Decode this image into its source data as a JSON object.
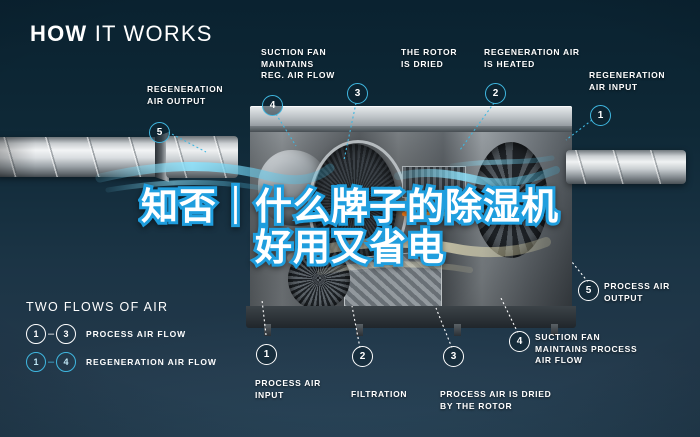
{
  "header": {
    "title_bold": "HOW",
    "title_light": "IT WORKS"
  },
  "colors": {
    "background_top": "#0a2230",
    "background_bottom": "#223a4c",
    "accent_blue": "#3fb7e0",
    "headline_stroke": "#1f9ede",
    "white": "#ffffff",
    "heater_orange": "#ff8a1e"
  },
  "callouts": [
    {
      "id": "regeneration-air-output",
      "marker": "5",
      "marker_style": "blue",
      "text": "REGENERATION\nAIR OUTPUT"
    },
    {
      "id": "suction-fan-reg",
      "marker": "4",
      "marker_style": "blue",
      "text": "SUCTION FAN\nMAINTAINS\nREG. AIR FLOW"
    },
    {
      "id": "rotor-is-dried",
      "marker": "3",
      "marker_style": "blue",
      "text": "THE ROTOR\nIS DRIED"
    },
    {
      "id": "regeneration-air-heated",
      "marker": "2",
      "marker_style": "blue",
      "text": "REGENERATION AIR\nIS HEATED"
    },
    {
      "id": "regeneration-air-input",
      "marker": "1",
      "marker_style": "blue",
      "text": "REGENERATION\nAIR INPUT"
    },
    {
      "id": "process-air-output",
      "marker": "5",
      "marker_style": "white",
      "text": "PROCESS AIR\nOUTPUT"
    },
    {
      "id": "suction-fan-process",
      "marker": "4",
      "marker_style": "white",
      "text": "SUCTION FAN\nMAINTAINS PROCESS\nAIR FLOW"
    },
    {
      "id": "process-air-dried",
      "marker": "3",
      "marker_style": "white",
      "text": "PROCESS AIR IS DRIED\nBY THE ROTOR"
    },
    {
      "id": "filtration",
      "marker": "2",
      "marker_style": "white",
      "text": "FILTRATION"
    },
    {
      "id": "process-air-input",
      "marker": "1",
      "marker_style": "white",
      "text": "PROCESS AIR\nINPUT"
    }
  ],
  "callout_text": {
    "regeneration_air_output_l1": "REGENERATION",
    "regeneration_air_output_l2": "AIR OUTPUT",
    "suction_fan_reg_l1": "SUCTION FAN",
    "suction_fan_reg_l2": "MAINTAINS",
    "suction_fan_reg_l3": "REG. AIR FLOW",
    "rotor_dried_l1": "THE ROTOR",
    "rotor_dried_l2": "IS DRIED",
    "reg_air_heated_l1": "REGENERATION AIR",
    "reg_air_heated_l2": "IS HEATED",
    "reg_air_input_l1": "REGENERATION",
    "reg_air_input_l2": "AIR INPUT",
    "process_air_output_l1": "PROCESS AIR",
    "process_air_output_l2": "OUTPUT",
    "suction_fan_proc_l1": "SUCTION FAN",
    "suction_fan_proc_l2": "MAINTAINS PROCESS",
    "suction_fan_proc_l3": "AIR FLOW",
    "process_air_dried_l1": "PROCESS AIR IS DRIED",
    "process_air_dried_l2": "BY THE ROTOR",
    "filtration_l1": "FILTRATION",
    "process_air_input_l1": "PROCESS AIR",
    "process_air_input_l2": "INPUT"
  },
  "markers": {
    "m1": "1",
    "m2": "2",
    "m3": "3",
    "m4": "4",
    "m5": "5"
  },
  "legend": {
    "title": "TWO FLOWS OF AIR",
    "dash": "–",
    "rows": [
      {
        "from": "1",
        "to": "3",
        "label": "PROCESS AIR FLOW",
        "style": "white"
      },
      {
        "from": "1",
        "to": "4",
        "label": "REGENERATION AIR FLOW",
        "style": "blue"
      }
    ],
    "row1": {
      "from": "1",
      "to": "3",
      "label": "PROCESS AIR FLOW"
    },
    "row2": {
      "from": "1",
      "to": "4",
      "label": "REGENERATION AIR FLOW"
    }
  },
  "headline": {
    "line1": "知否｜什么牌子的除湿机",
    "line2": "好用又省电"
  }
}
